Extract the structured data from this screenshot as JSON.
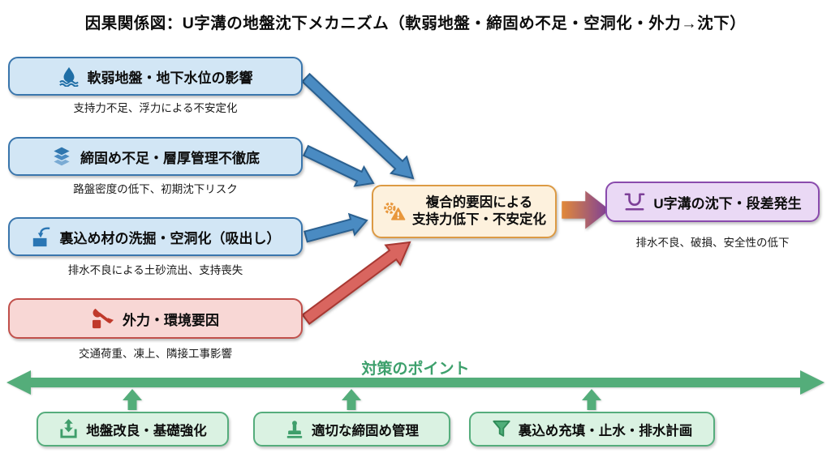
{
  "title": "因果関係図：U字溝の地盤沈下メカニズム（軟弱地盤・締固め不足・空洞化・外力→沈下）",
  "causes": [
    {
      "label": "軟弱地盤・地下水位の影響",
      "note": "支持力不足、浮力による不安定化",
      "icon": "water-level-icon",
      "theme": "blue"
    },
    {
      "label": "締固め不足・層厚管理不徹底",
      "note": "路盤密度の低下、初期沈下リスク",
      "icon": "layers-icon",
      "theme": "blue"
    },
    {
      "label": "裏込め材の洗掘・空洞化（吸出し）",
      "note": "排水不良による土砂流出、支持喪失",
      "icon": "washout-icon",
      "theme": "blue"
    },
    {
      "label": "外力・環境要因",
      "note": "交通荷重、凍上、隣接工事影響",
      "icon": "tools-icon",
      "theme": "red"
    }
  ],
  "intermediate": {
    "line1": "複合的要因による",
    "line2": "支持力低下・不安定化",
    "icon": "gear-warning-icon"
  },
  "result": {
    "label": "U字溝の沈下・段差発生",
    "note": "排水不良、破損、安全性の低下",
    "icon": "u-gutter-icon"
  },
  "countermeasures": {
    "axis_label": "対策のポイント",
    "items": [
      {
        "label": "地盤改良・基礎強化",
        "icon": "ground-improvement-icon"
      },
      {
        "label": "適切な締固め管理",
        "icon": "compaction-icon"
      },
      {
        "label": "裏込め充填・止水・排水計画",
        "icon": "funnel-icon"
      }
    ]
  },
  "colors": {
    "cause_blue_fill": "#d2e6f5",
    "cause_blue_border": "#3a76ad",
    "cause_red_fill": "#f8d7d5",
    "cause_red_border": "#c1504b",
    "intermediate_fill": "#fdf1dd",
    "intermediate_border": "#dc9a44",
    "result_fill": "#ead9f5",
    "result_border": "#8a4bad",
    "green": "#54ad7a",
    "green_fill": "#daf2e2",
    "arrow_blue": "#4a8bc2",
    "arrow_red": "#d9655f"
  }
}
